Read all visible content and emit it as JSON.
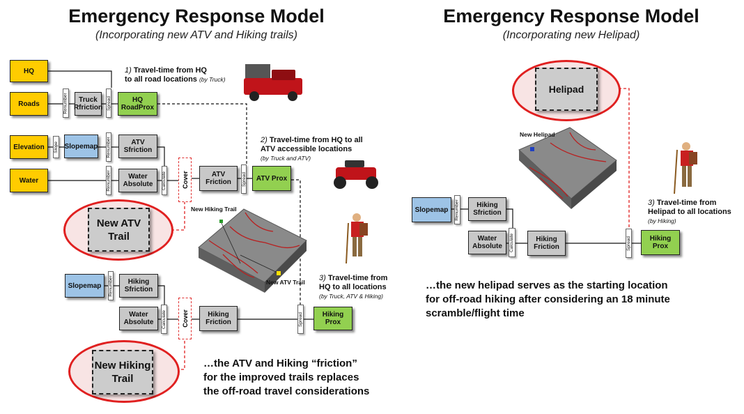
{
  "left": {
    "title": "Emergency Response Model",
    "subtitle": "(Incorporating new ATV and Hiking trails)",
    "inputs": {
      "hq": "HQ",
      "roads": "Roads",
      "elevation": "Elevation",
      "water": "Water"
    },
    "tools": {
      "renumber": "Renumber",
      "spread": "Spread",
      "slope": "Slope",
      "calculate": "Calculate"
    },
    "cover_label": "Cover",
    "boxes": {
      "truck_rfriction": "Truck Rfriction",
      "hq_roadprox": "HQ RoadProx",
      "slopemap": "Slopemap",
      "atv_sfriction": "ATV Sfriction",
      "water_absolute": "Water Absolute",
      "atv_friction": "ATV Friction",
      "atv_prox": "ATV Prox",
      "slopemap2": "Slopemap",
      "hiking_sfriction": "Hiking Sfriction",
      "water_absolute2": "Water Absolute",
      "hiking_friction": "Hiking Friction",
      "hiking_prox": "Hiking Prox"
    },
    "new_atv_trail": "New ATV Trail",
    "new_hiking_trail": "New Hiking Trail",
    "map_labels": {
      "new_hiking_trail": "New Hiking Trail",
      "atv_trail": "New ATV Trail"
    },
    "notes": {
      "n1_num": "1)",
      "n1_text": "Travel-time from HQ",
      "n1_text2": "to all road locations",
      "n1_sub": "(by Truck)",
      "n2_num": "2)",
      "n2_text": "Travel-time from HQ to all",
      "n2_text2": "ATV accessible locations",
      "n2_sub": "(by Truck and ATV)",
      "n3_num": "3)",
      "n3_text": "Travel-time from",
      "n3_text2": "HQ to all locations",
      "n3_sub": "(by Truck, ATV & Hiking)"
    },
    "conclusion": [
      "…the ATV and Hiking “friction”",
      "for the improved trails replaces",
      "the off-road travel considerations"
    ]
  },
  "right": {
    "title": "Emergency Response Model",
    "subtitle": "(Incorporating new Helipad)",
    "helipad": "Helipad",
    "map_label": "New Helipad",
    "boxes": {
      "slopemap": "Slopemap",
      "hiking_sfriction": "Hiking Sfriction",
      "water_absolute": "Water Absolute",
      "hiking_friction": "Hiking Friction",
      "hiking_prox": "Hiking Prox"
    },
    "note": {
      "num": "3)",
      "text": "Travel-time from",
      "text2": "Helipad to all locations",
      "sub": "(by Hiking)"
    },
    "conclusion": [
      "…the new helipad serves as the starting location",
      "for off-road hiking after considering an 18 minute",
      "scramble/flight time"
    ]
  },
  "colors": {
    "input": "#ffcc00",
    "process": "#c8c8c8",
    "map": "#9dc3e6",
    "result": "#92d050",
    "highlight": "#e02020"
  }
}
